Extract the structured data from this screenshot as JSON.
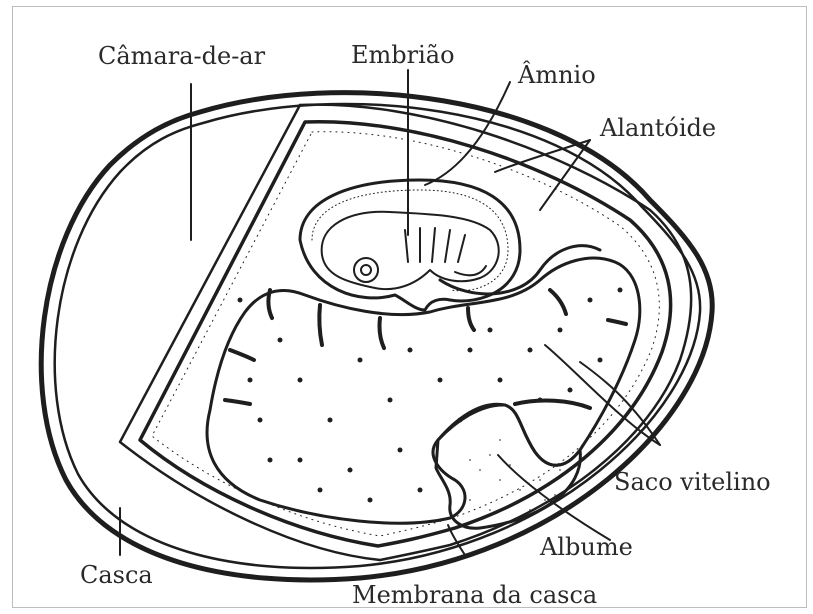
{
  "labels": {
    "camara_de_ar": "Câmara-de-ar",
    "embriao": "Embrião",
    "amnio": "Âmnio",
    "alantoide": "Alantóide",
    "casca": "Casca",
    "saco_vitelino": "Saco vitelino",
    "albume": "Albume",
    "membrana_da_casca": "Membrana da casca"
  },
  "colors": {
    "ink": "#1e1e1e",
    "background": "#ffffff",
    "frame": "#bdbdbd"
  }
}
